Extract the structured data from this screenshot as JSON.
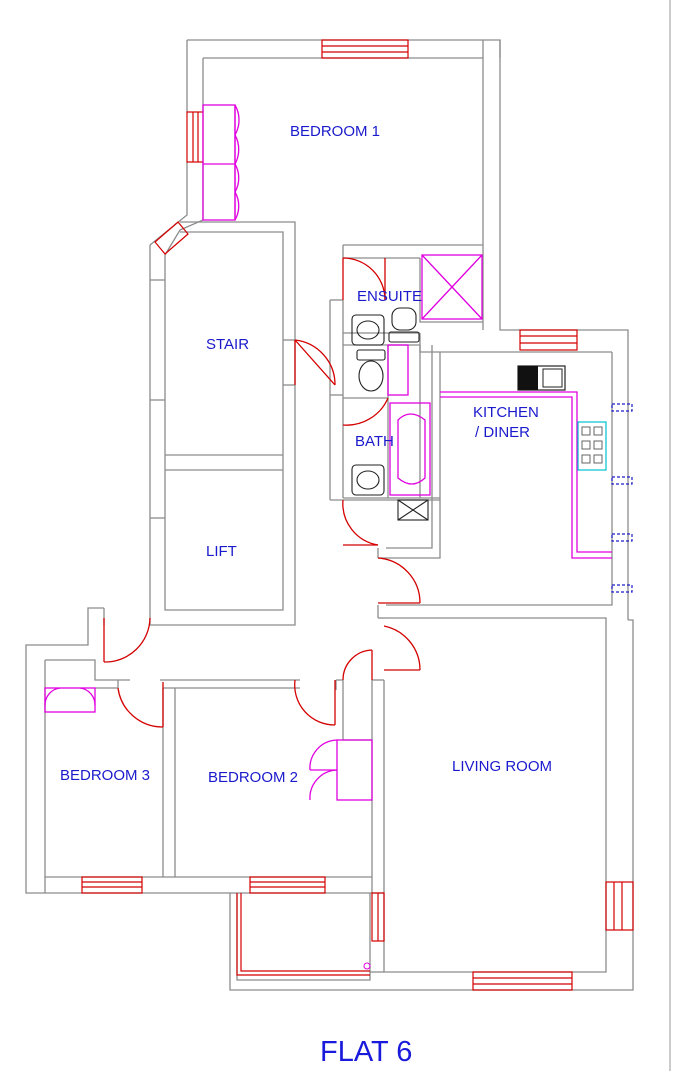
{
  "plan": {
    "title": "FLAT 6",
    "rooms": {
      "bedroom1": "BEDROOM  1",
      "ensuite": "ENSUITE",
      "stair": "STAIR",
      "bath": "BATH",
      "kitchen_line1": "KITCHEN",
      "kitchen_line2": "/ DINER",
      "lift": "LIFT",
      "bedroom3": "BEDROOM  3",
      "bedroom2": "BEDROOM  2",
      "living": "LIVING ROOM"
    },
    "colors": {
      "walls": "#8c8c8c",
      "doors_windows": "#d40000",
      "wardrobes": "#e000e0",
      "labels": "#1a1acc",
      "hob": "#00c0d0"
    }
  }
}
